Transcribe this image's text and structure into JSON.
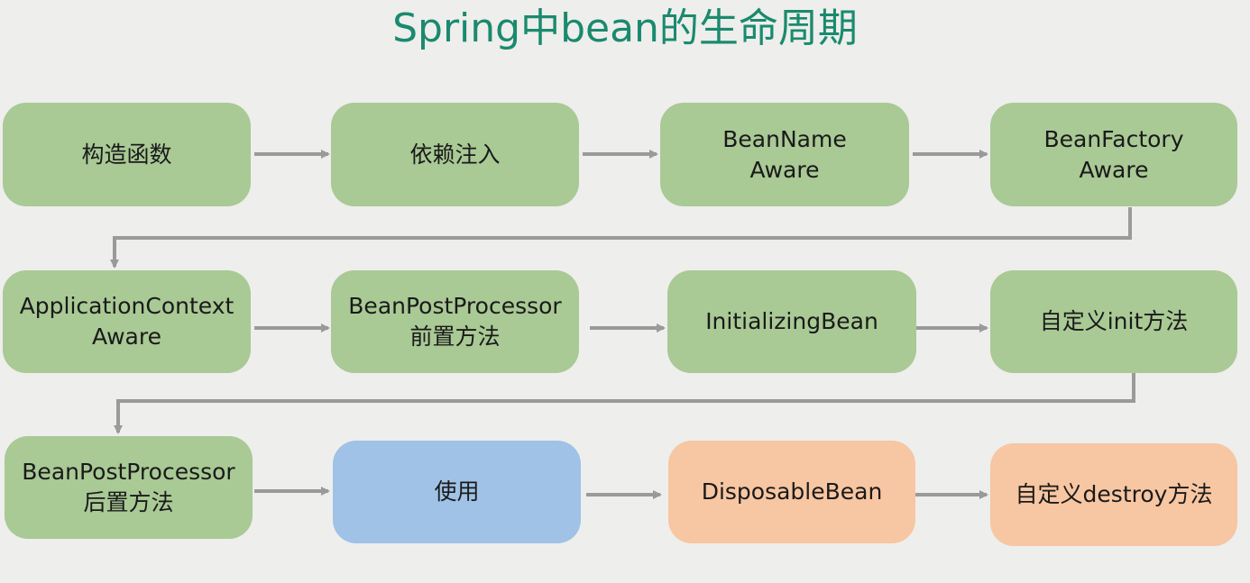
{
  "title": "Spring中bean的生命周期",
  "colors": {
    "title": "#1a8a6e",
    "background": "#eeeeec",
    "green": "#a9c995",
    "blue": "#9fc2e6",
    "orange": "#f7c6a2",
    "arrow": "#9a9a9a"
  },
  "steps": [
    {
      "line1": "构造函数",
      "line2": "",
      "color": "green"
    },
    {
      "line1": "依赖注入",
      "line2": "",
      "color": "green"
    },
    {
      "line1": "BeanName",
      "line2": "Aware",
      "color": "green"
    },
    {
      "line1": "BeanFactory",
      "line2": "Aware",
      "color": "green"
    },
    {
      "line1": "ApplicationContext",
      "line2": "Aware",
      "color": "green"
    },
    {
      "line1": "BeanPostProcessor",
      "line2": "前置方法",
      "color": "green"
    },
    {
      "line1": "InitializingBean",
      "line2": "",
      "color": "green"
    },
    {
      "line1": "自定义init方法",
      "line2": "",
      "color": "green"
    },
    {
      "line1": "BeanPostProcessor",
      "line2": "后置方法",
      "color": "green"
    },
    {
      "line1": "使用",
      "line2": "",
      "color": "blue"
    },
    {
      "line1": "DisposableBean",
      "line2": "",
      "color": "orange"
    },
    {
      "line1": "自定义destroy方法",
      "line2": "",
      "color": "orange"
    }
  ]
}
